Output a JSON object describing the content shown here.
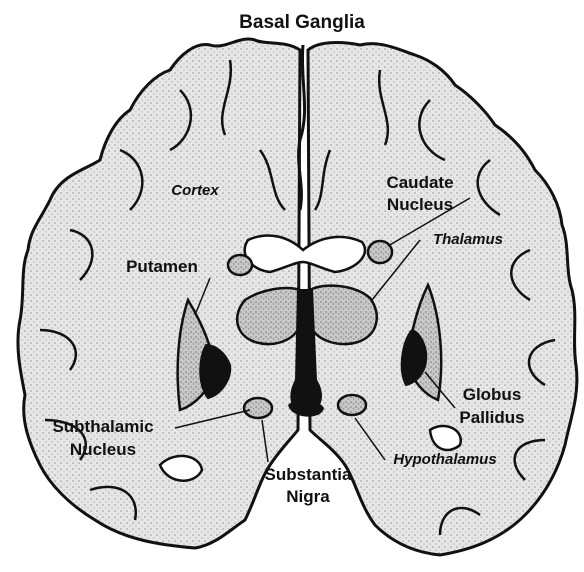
{
  "title": "Basal Ganglia",
  "labels": {
    "cortex": "Cortex",
    "caudate_line1": "Caudate",
    "caudate_line2": "Nucleus",
    "thalamus": "Thalamus",
    "putamen": "Putamen",
    "globus_line1": "Globus",
    "globus_line2": "Pallidus",
    "subthalamic_line1": "Subthalamic",
    "subthalamic_line2": "Nucleus",
    "substantia_line1": "Substantia",
    "substantia_line2": "Nigra",
    "hypothalamus": "Hypothalamus"
  },
  "colors": {
    "ink": "#111111",
    "cortex_fill": "#e4e4e4",
    "nucleus_fill": "#c9c9c9",
    "dark_fill": "#111111",
    "background": "#ffffff"
  }
}
